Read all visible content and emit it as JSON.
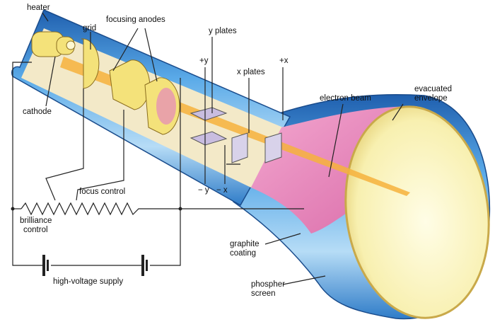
{
  "labels": {
    "heater": "heater",
    "grid": "grid",
    "focusing_anodes": "focusing anodes",
    "y_plates": "y plates",
    "plus_y": "+y",
    "x_plates": "x plates",
    "plus_x": "+x",
    "electron_beam": "electron beam",
    "evacuated_envelope_1": "evacuated",
    "evacuated_envelope_2": "envelope",
    "cathode": "cathode",
    "focus_control": "focus control",
    "brilliance_control_1": "brilliance",
    "brilliance_control_2": "control",
    "minus_y": "− y",
    "minus_x": "− x",
    "graphite_coating_1": "graphite",
    "graphite_coating_2": "coating",
    "high_voltage_supply": "high-voltage supply",
    "phospher_screen_1": "phospher",
    "phospher_screen_2": "screen"
  },
  "colors": {
    "tube_blue": "#3f8fd6",
    "funnel_pink": "#e98bbf",
    "screen_cream": "#fbf6c8",
    "electrode_yellow": "#f4e27a",
    "beam_orange": "#f6b23c"
  }
}
